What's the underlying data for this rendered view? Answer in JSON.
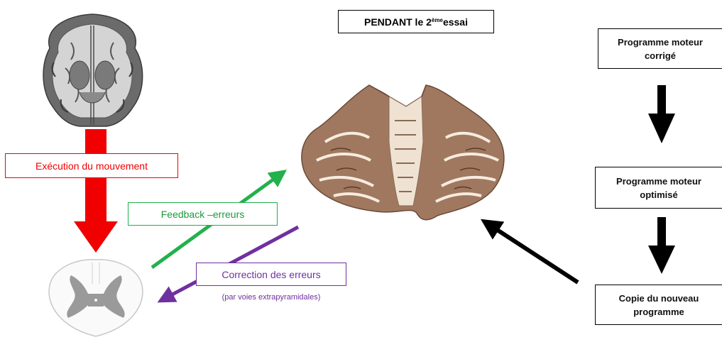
{
  "title": {
    "prefix": "PENDANT  le 2",
    "superscript": "ème",
    "suffix": " essai"
  },
  "right_column": {
    "box1": [
      "Programme moteur",
      "corrigé"
    ],
    "box2": [
      "Programme moteur",
      "optimisé"
    ],
    "box3": [
      "Copie du nouveau",
      "programme"
    ]
  },
  "labels": {
    "execution": "Exécution du mouvement",
    "feedback": "Feedback –erreurs",
    "correction": "Correction des erreurs",
    "correction_note": "(par voies extrapyramidales)"
  },
  "colors": {
    "execution": "#f00000",
    "feedback": "#22b14c",
    "correction": "#7030a0",
    "black": "#000000"
  }
}
